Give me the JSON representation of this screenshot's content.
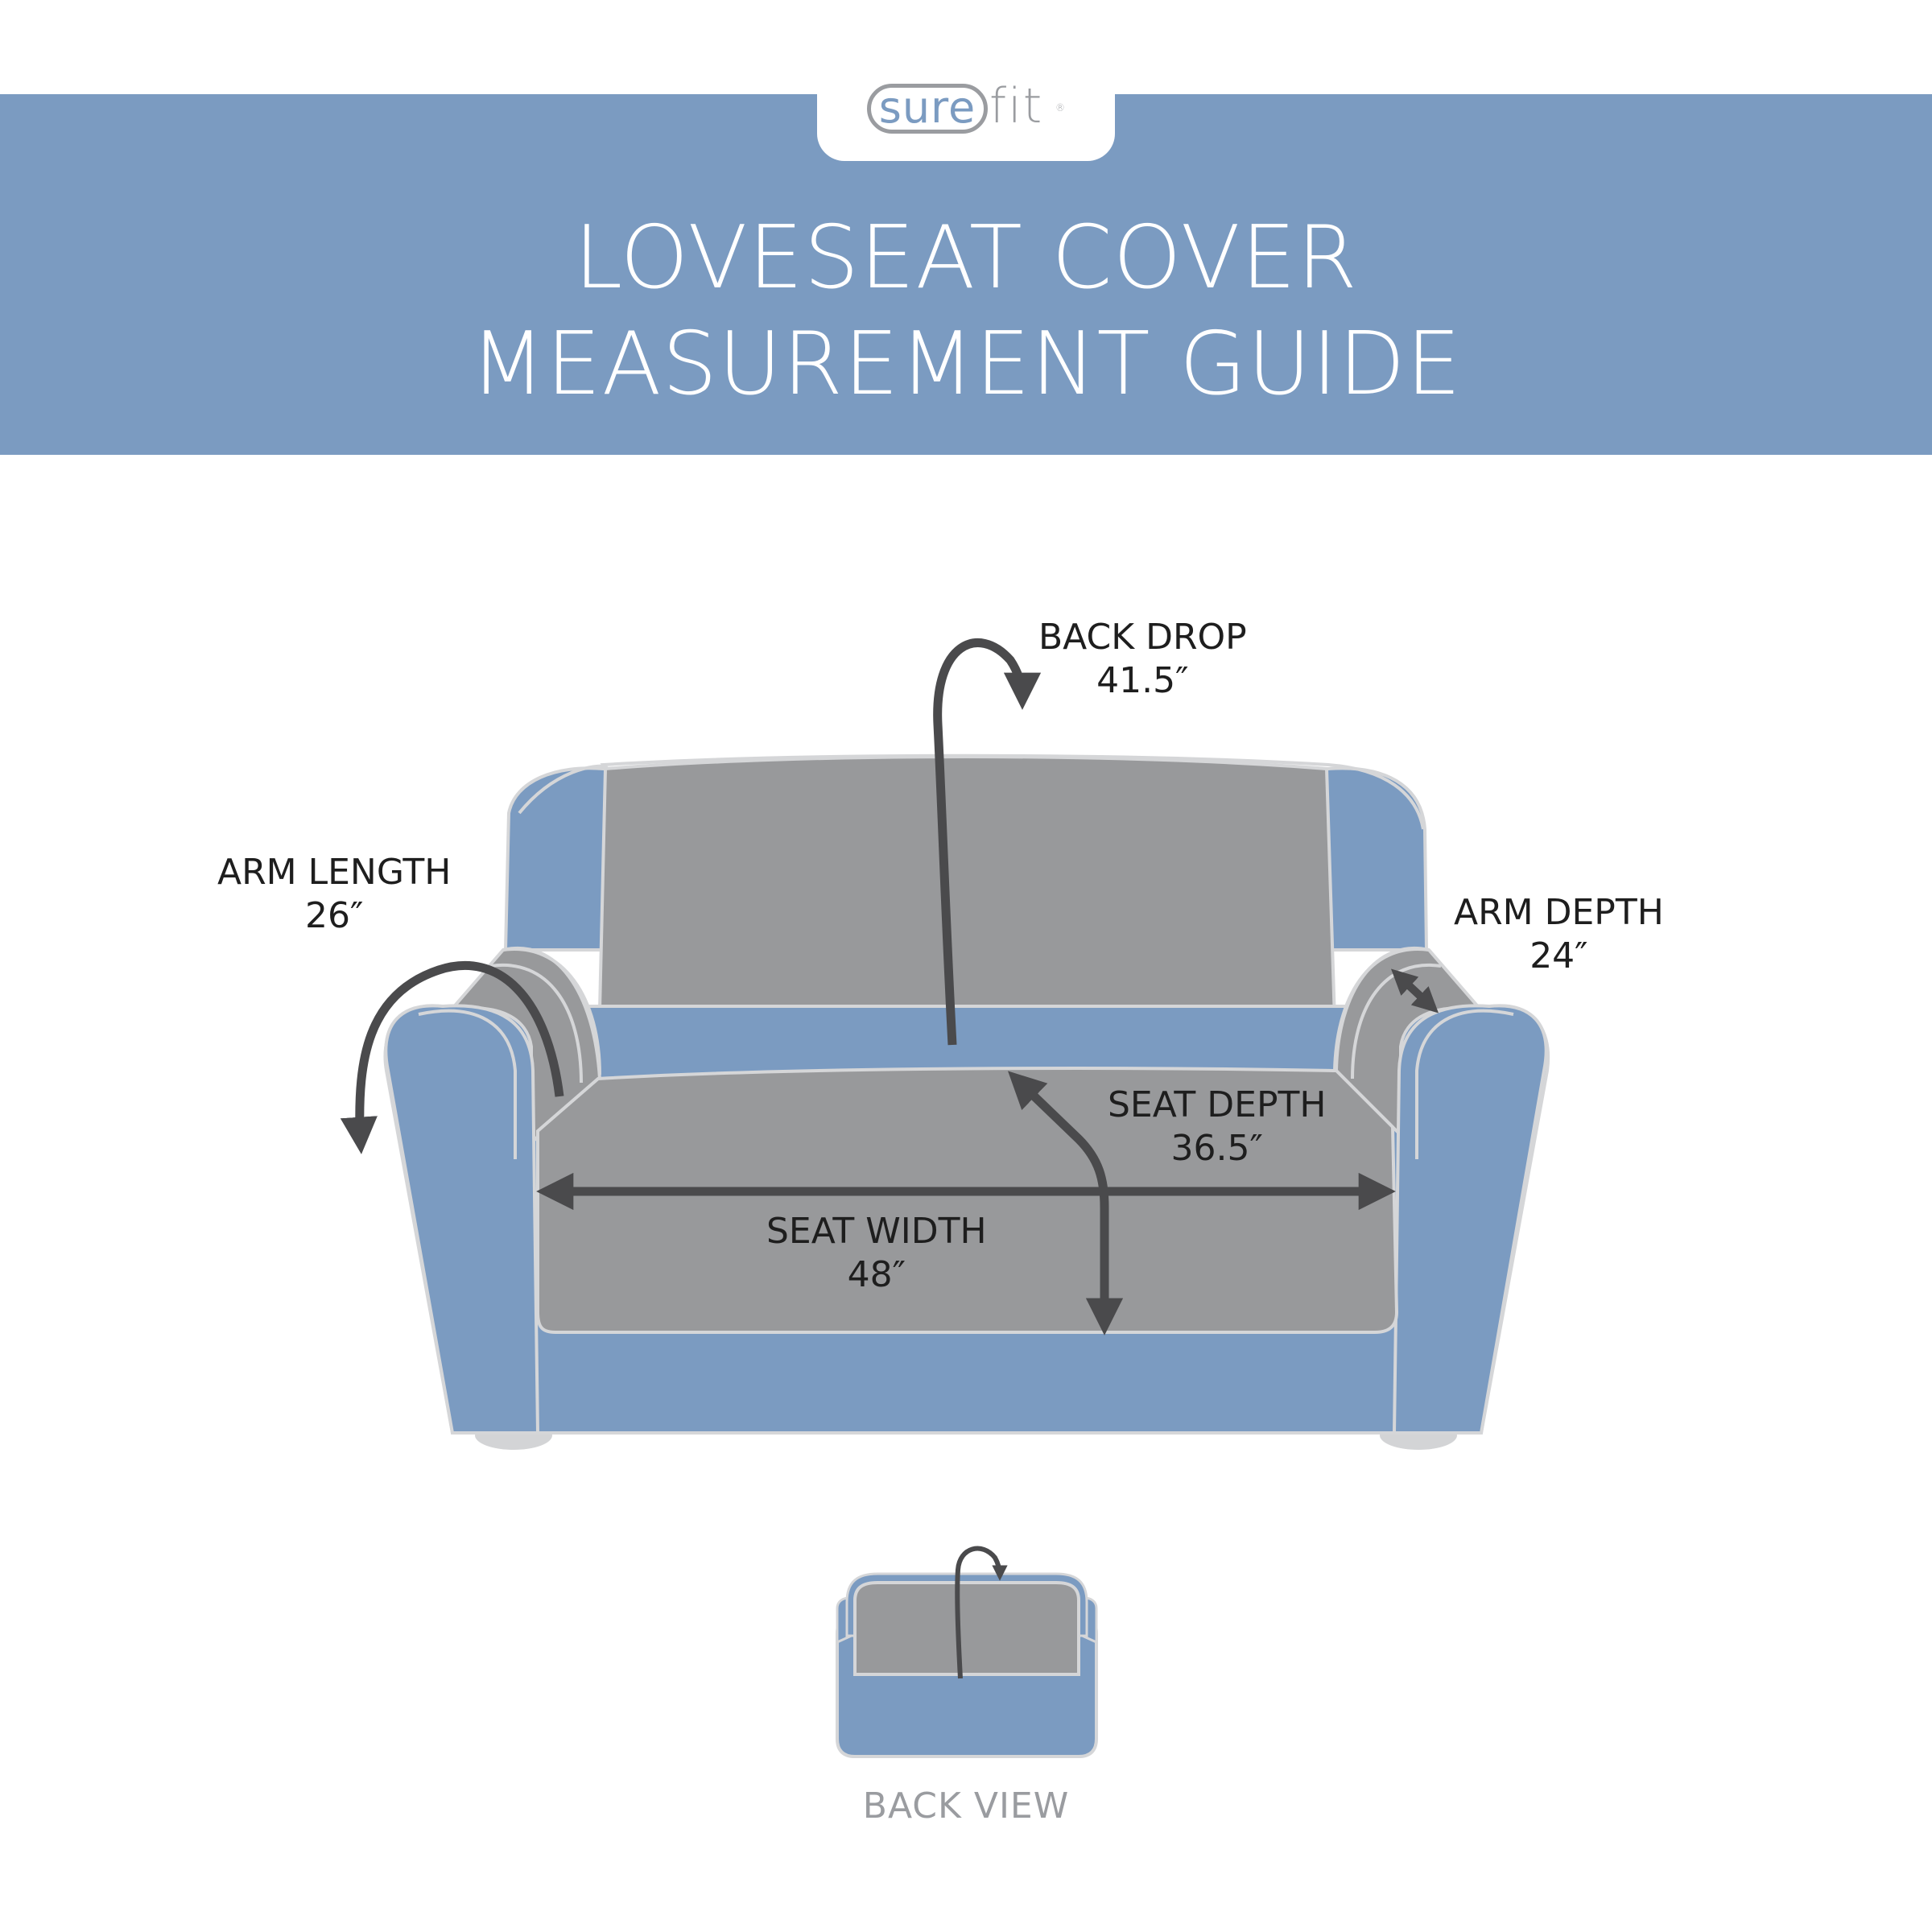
{
  "brand": {
    "logo_text_part1": "sure",
    "logo_text_part2": "fit"
  },
  "header": {
    "title_line1": "LOVESEAT COVER",
    "title_line2": "MEASUREMENT GUIDE"
  },
  "measurements": {
    "back_drop": {
      "label": "BACK DROP",
      "value": "41.5″"
    },
    "arm_length": {
      "label": "ARM LENGTH",
      "value": "26″"
    },
    "arm_depth": {
      "label": "ARM DEPTH",
      "value": "24″"
    },
    "seat_depth": {
      "label": "SEAT DEPTH",
      "value": "36.5″"
    },
    "seat_width": {
      "label": "SEAT WIDTH",
      "value": "48″"
    }
  },
  "back_view": {
    "label": "BACK VIEW"
  },
  "colors": {
    "header_blue": "#7b9bc1",
    "sofa_blue": "#7b9bc1",
    "cover_gray": "#98999b",
    "outline_light": "#d5d6d8",
    "arrow_dark": "#4a4a4c",
    "feet_gray": "#d3d4d6"
  },
  "icons": {
    "back_drop": "curved-arrow-icon",
    "arm_length": "curved-arrow-icon",
    "arm_depth": "double-arrow-icon",
    "seat_depth": "bent-arrow-icon",
    "seat_width": "double-arrow-icon"
  }
}
